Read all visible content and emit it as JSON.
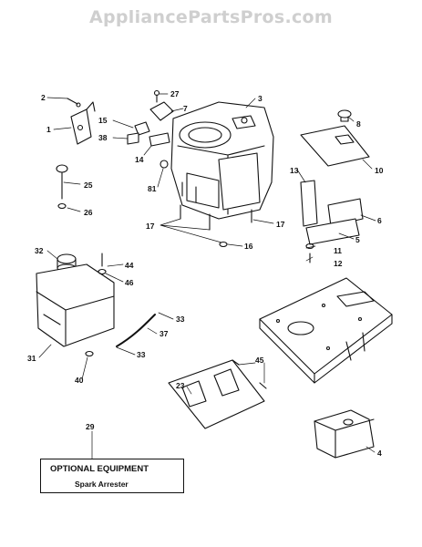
{
  "watermark": "AppliancePartsPros.com",
  "optional_equipment": {
    "title": "OPTIONAL EQUIPMENT",
    "item": "Spark Arrester"
  },
  "part_labels": {
    "p1": "1",
    "p2": "2",
    "p3": "3",
    "p4": "4",
    "p5": "5",
    "p6": "6",
    "p7": "7",
    "p8": "8",
    "p10": "10",
    "p11": "11",
    "p12": "12",
    "p13": "13",
    "p14": "14",
    "p15": "15",
    "p16": "16",
    "p17a": "17",
    "p17b": "17",
    "p23": "23",
    "p25": "25",
    "p26": "26",
    "p27": "27",
    "p29": "29",
    "p31": "31",
    "p32": "32",
    "p33a": "33",
    "p33b": "33",
    "p37": "37",
    "p38": "38",
    "p40": "40",
    "p44": "44",
    "p45": "45",
    "p46": "46",
    "p81": "81"
  }
}
